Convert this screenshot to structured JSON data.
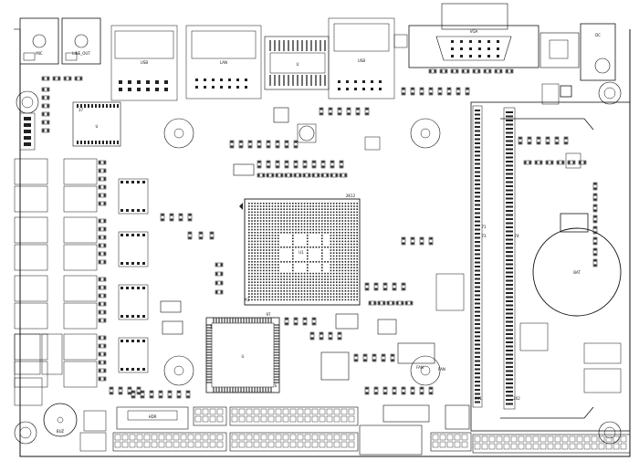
{
  "board": {
    "outline_color": "#111111",
    "fill_color": "#ffffff",
    "silk_color": "#111111",
    "pad_color": "#222222"
  },
  "labels": {
    "audio_jack_1": "MIC",
    "audio_jack_2": "LINE_OUT",
    "usb_stack": "USB",
    "lan_port": "LAN",
    "usb_stack_2": "USB",
    "ic_top": "U",
    "vga": "VGA",
    "cpu_pin_top": "2K12",
    "cpu_pin_bottom": "A1",
    "bga_mark": "U1",
    "qfp_pin_1": "97",
    "qfp_pin_2": "1",
    "qfp_pin_3": "S",
    "qfp_ic": "U",
    "small_qfp_pin": "37",
    "small_qfp_ic": "U",
    "coin_cell": "BAT",
    "sodimm_71": "71",
    "sodimm_73": "73",
    "sodimm_74": "74",
    "sodimm_201": "201",
    "sodimm_202": "202",
    "buzzer": "BUZ",
    "power_jack": "DC",
    "header_bottom": "HDR",
    "fan_conn": "FAN"
  }
}
